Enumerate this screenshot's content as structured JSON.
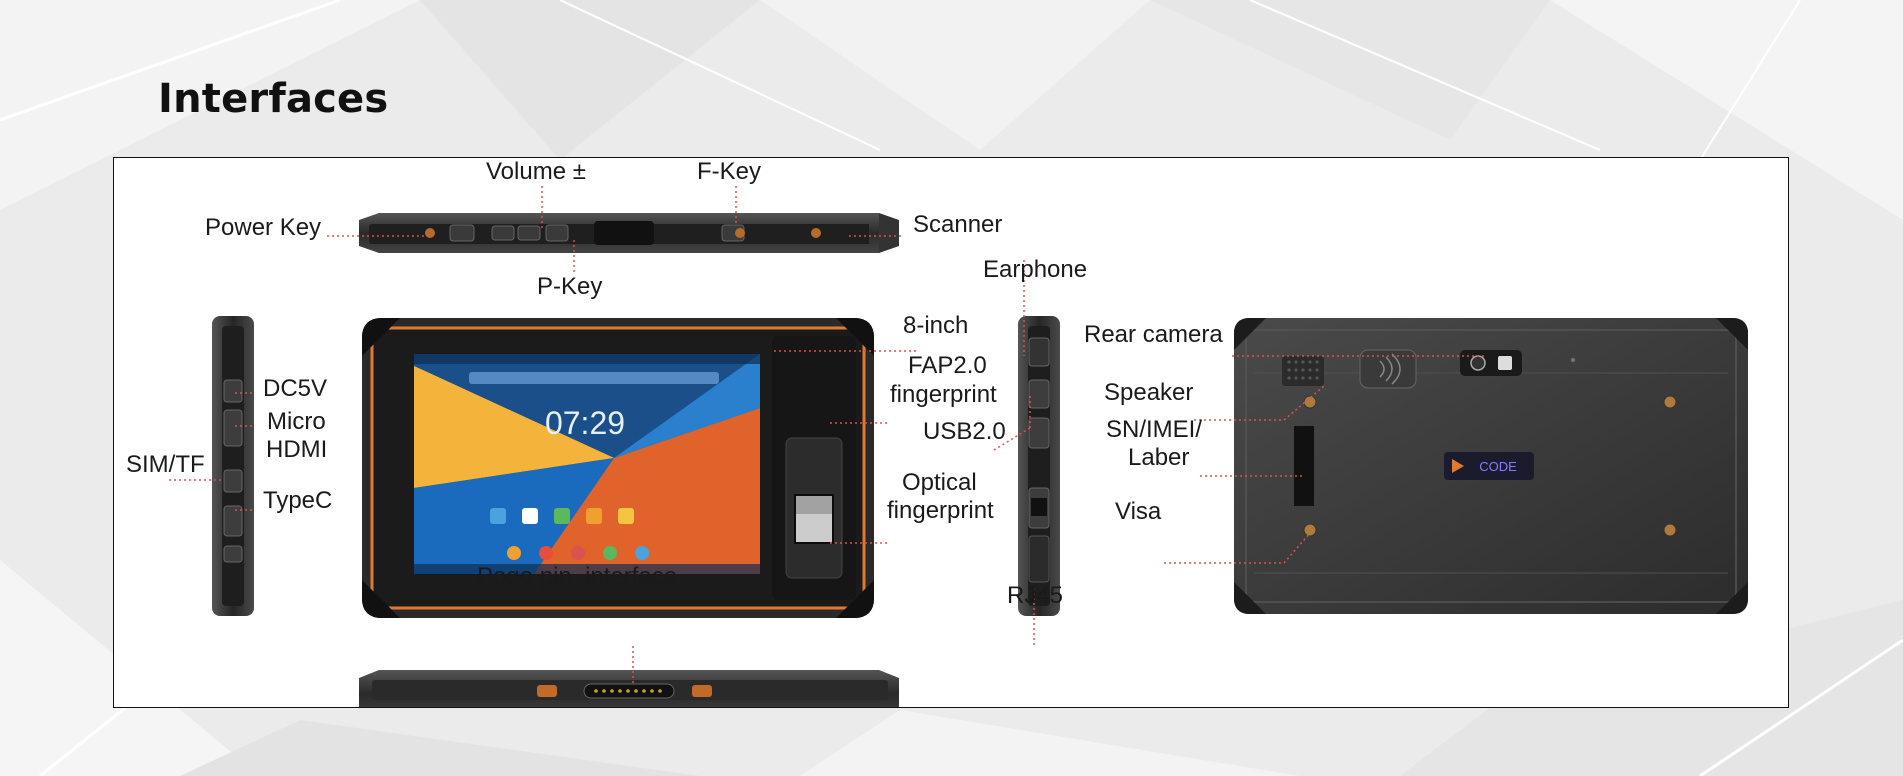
{
  "heading": "Interfaces",
  "screen": {
    "clock": "07:29",
    "logo_text": "CODE"
  },
  "labels": {
    "volume": "Volume ±",
    "fkey": "F-Key",
    "power_key": "Power Key",
    "scanner": "Scanner",
    "pkey": "P-Key",
    "earphone": "Earphone",
    "dc5v": "DC5V",
    "micro": "Micro",
    "hdmi": "HDMI",
    "sim_tf": "SIM/TF",
    "typec": "TypeC",
    "inch8": "8-inch",
    "fap20": "FAP2.0",
    "fap_fingerprint": "fingerprint",
    "usb20": "USB2.0",
    "optical": "Optical",
    "optical_fingerprint": "fingerprint",
    "rear_camera": "Rear camera",
    "speaker": "Speaker",
    "sn_imei": "SN/IMEI/",
    "laber": "Laber",
    "visa": "Visa",
    "pogo": "Pogo pin  interface",
    "rj45": "RJ45"
  },
  "colors": {
    "accent_orange": "#e07a2f",
    "leader_red": "#d9534f",
    "device_body": "#2d2d2d",
    "rear_panel": "#3b3b3b"
  }
}
